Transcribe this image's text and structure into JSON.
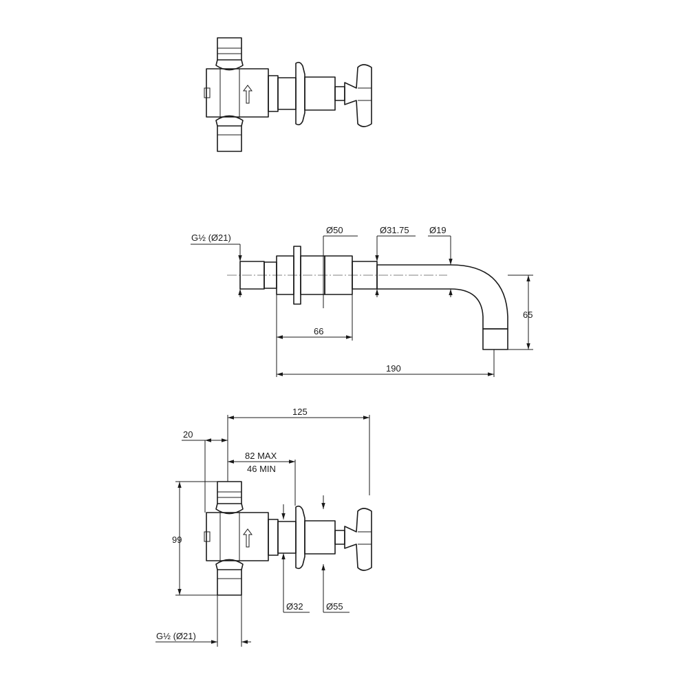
{
  "labels": {
    "thread_top": "G½ (Ø21)",
    "dia_50": "Ø50",
    "dia_31_75": "Ø31.75",
    "dia_19": "Ø19",
    "dim_65": "65",
    "dim_66": "66",
    "dim_190": "190",
    "dim_125": "125",
    "dim_20": "20",
    "dim_82_max": "82 MAX",
    "dim_46_min": "46 MIN",
    "dim_99": "99",
    "dia_32": "Ø32",
    "dia_55": "Ø55",
    "thread_bottom": "G½ (Ø21)"
  }
}
